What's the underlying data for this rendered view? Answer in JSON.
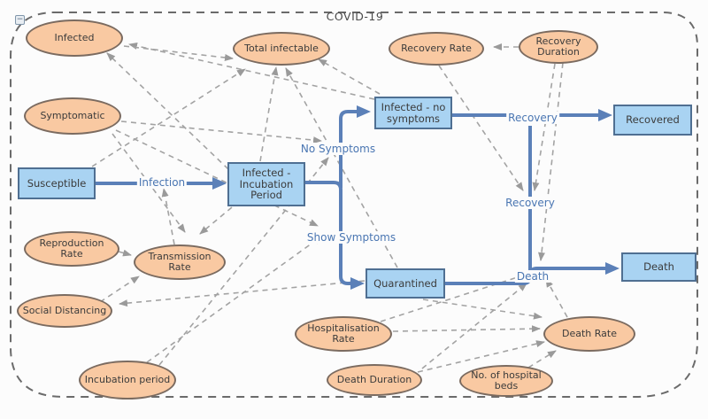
{
  "title": "COVID-19",
  "icons": {
    "collapse": "−"
  },
  "colors": {
    "variable_fill": "#f9c9a2",
    "variable_border": "#7b6b60",
    "stock_fill": "#a9d3f2",
    "stock_border": "#4f6f92",
    "flow_color": "#5b80b8",
    "flow_label_color": "#4a76b2",
    "link_color": "#a3a3a3",
    "frame_color": "#6b6b6b"
  },
  "variables": [
    {
      "id": "infected",
      "label": "Infected"
    },
    {
      "id": "total-infectable",
      "label": "Total infectable"
    },
    {
      "id": "symptomatic",
      "label": "Symptomatic"
    },
    {
      "id": "recovery-rate",
      "label": "Recovery Rate"
    },
    {
      "id": "recovery-duration",
      "label": "Recovery Duration"
    },
    {
      "id": "reproduction-rate",
      "label": "Reproduction Rate"
    },
    {
      "id": "transmission-rate",
      "label": "Transmission Rate"
    },
    {
      "id": "social-distancing",
      "label": "Social Distancing"
    },
    {
      "id": "incubation-period",
      "label": "Incubation period"
    },
    {
      "id": "hospitalisation-rate",
      "label": "Hospitalisation Rate"
    },
    {
      "id": "death-duration",
      "label": "Death Duration"
    },
    {
      "id": "no-of-hospital-beds",
      "label": "No. of hospital beds"
    },
    {
      "id": "death-rate",
      "label": "Death Rate"
    }
  ],
  "stocks": [
    {
      "id": "susceptible",
      "label": "Susceptible"
    },
    {
      "id": "infected-incubation-period",
      "label": "Infected - Incubation Period"
    },
    {
      "id": "infected-no-symptoms",
      "label": "Infected - no symptoms"
    },
    {
      "id": "recovered",
      "label": "Recovered"
    },
    {
      "id": "quarantined",
      "label": "Quarantined"
    },
    {
      "id": "death",
      "label": "Death"
    }
  ],
  "flow_labels": [
    {
      "id": "infection",
      "label": "Infection"
    },
    {
      "id": "no-symptoms",
      "label": "No Symptoms"
    },
    {
      "id": "show-symptoms",
      "label": "Show Symptoms"
    },
    {
      "id": "recovery",
      "label": "Recovery"
    },
    {
      "id": "recovery-2",
      "label": "Recovery"
    },
    {
      "id": "death-flow",
      "label": "Death"
    }
  ]
}
